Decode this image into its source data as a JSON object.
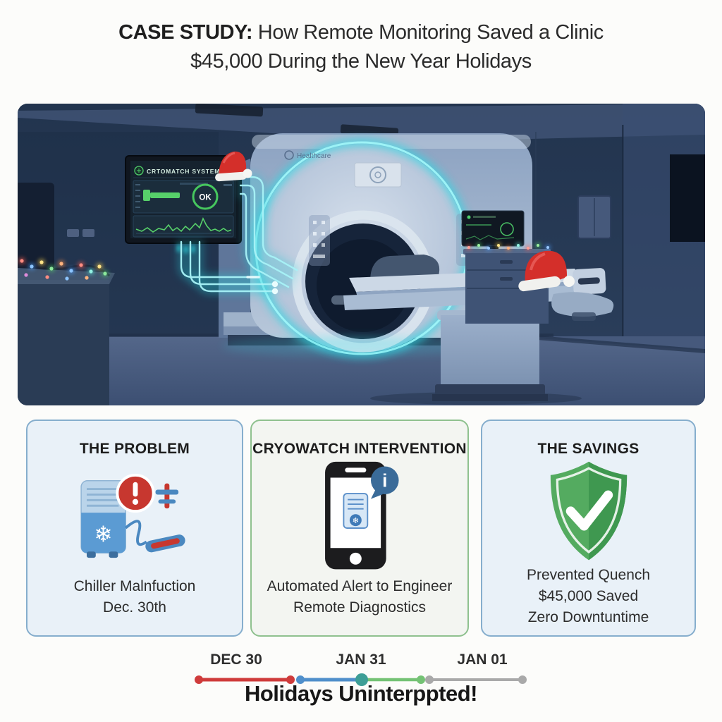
{
  "title": {
    "prefix": "CASE STUDY:",
    "line1_rest": "How Remote Monitoring Saved a Clinic",
    "line2": "$45,000 During the New Year Holidays"
  },
  "scene": {
    "monitor_title": "CRTOMATCH SYSTEM",
    "monitor_status": "OK",
    "scanner_brand": "Healthcare",
    "glow_color": "#3fe3ec",
    "room_color": "#243650"
  },
  "cards": [
    {
      "title": "THE PROBLEM",
      "icon": "chiller-alert-icon",
      "lines": [
        "Chiller Malnfuction",
        "Dec. 30th"
      ],
      "bg": "#e9f1f8",
      "border": "#86aecd"
    },
    {
      "title": "CRYOWATCH INTERVENTION",
      "icon": "phone-alert-icon",
      "lines": [
        "Automated Alert to Engineer",
        "Remote Diagnostics"
      ],
      "bg": "#f3f5f1",
      "border": "#8fc18f"
    },
    {
      "title": "THE SAVINGS",
      "icon": "shield-check-icon",
      "lines": [
        "Prevented Quench",
        "$45,000 Saved",
        "Zero Downtuntime"
      ],
      "bg": "#e9f1f8",
      "border": "#86aecd"
    }
  ],
  "timeline": {
    "events": [
      {
        "label": "DEC 30",
        "color": "#cf3b3b"
      },
      {
        "label": "JAN 31",
        "color": "#3d9e96"
      },
      {
        "label": "JAN 01",
        "color": "#a9a9a9"
      }
    ],
    "segment_colors": [
      "#cf3b3b",
      "#4f8fcb",
      "#74c274",
      "#a9a9a9"
    ]
  },
  "footer": {
    "text": "Holidays Uninterppted!"
  }
}
